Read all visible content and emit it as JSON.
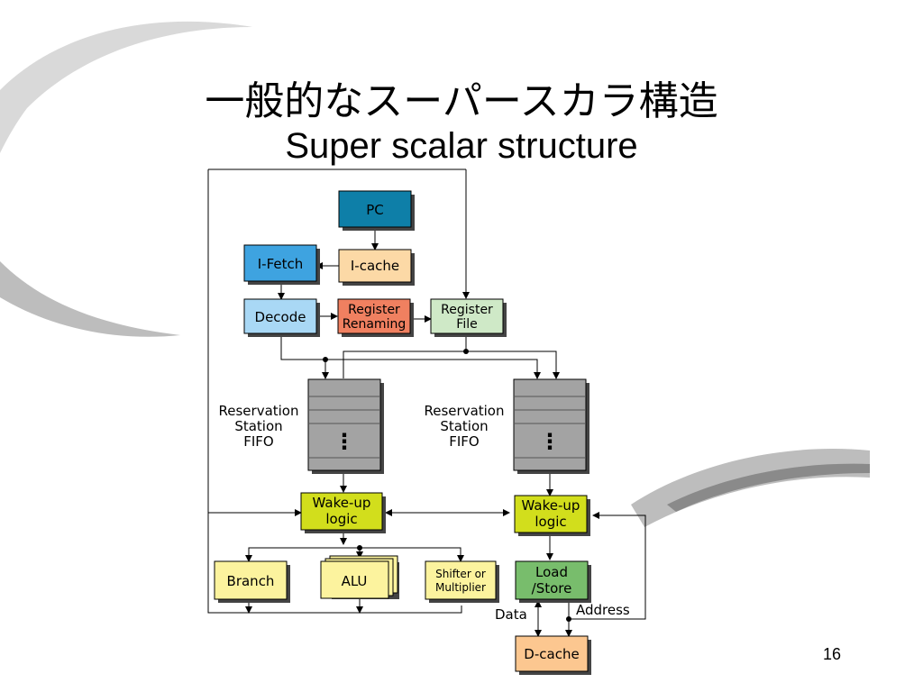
{
  "slide": {
    "title_jp": "一般的なスーパースカラ構造",
    "title_en": "Super scalar structure",
    "page_number": "16"
  },
  "diagram": {
    "blocks": {
      "pc": "PC",
      "icache": "I-cache",
      "ifetch": "I-Fetch",
      "decode": "Decode",
      "rename_1": "Register",
      "rename_2": "Renaming",
      "regfile_1": "Register",
      "regfile_2": "File",
      "wake_left_1": "Wake-up",
      "wake_left_2": "logic",
      "wake_right_1": "Wake-up",
      "wake_right_2": "logic",
      "branch": "Branch",
      "alu": "ALU",
      "shifter_1": "Shifter or",
      "shifter_2": "Multiplier",
      "loadstore_1": "Load",
      "loadstore_2": "/Store",
      "dcache": "D-cache",
      "rs_dots": "⋮"
    },
    "labels": {
      "rs_left_1": "Reservation",
      "rs_left_2": "Station",
      "rs_left_3": "FIFO",
      "rs_right_1": "Reservation",
      "rs_right_2": "Station",
      "rs_right_3": "FIFO",
      "data": "Data",
      "address": "Address"
    },
    "colors": {
      "pc": "#0e7fa8",
      "icache": "#fcd9a6",
      "ifetch": "#3ea3e0",
      "decode": "#a9d8f5",
      "rename": "#f08060",
      "regfile": "#cfe9c7",
      "rs": "#a3a3a3",
      "wakeup": "#d2de1c",
      "func": "#fcf39e",
      "loadstore": "#78bd6c",
      "dcache": "#fcc790"
    }
  }
}
